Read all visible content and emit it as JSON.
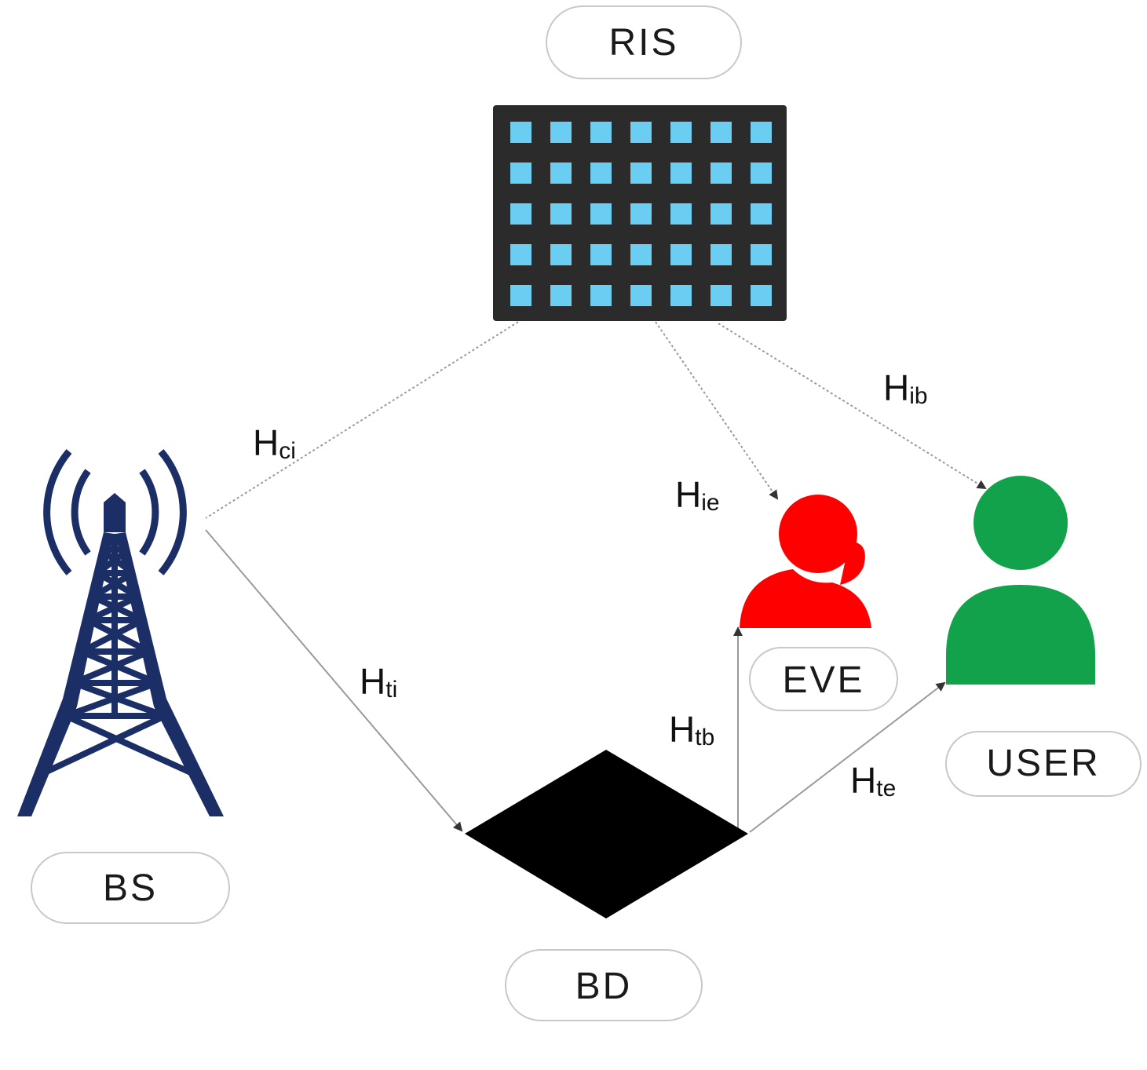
{
  "nodes": {
    "ris": {
      "label": "RIS"
    },
    "bs": {
      "label": "BS"
    },
    "bd": {
      "label": "BD"
    },
    "eve": {
      "label": "EVE"
    },
    "user": {
      "label": "USER"
    }
  },
  "channels": {
    "h_ci": {
      "main": "H",
      "sub": "ci"
    },
    "h_ib": {
      "main": "H",
      "sub": "ib"
    },
    "h_ie": {
      "main": "H",
      "sub": "ie"
    },
    "h_ti": {
      "main": "H",
      "sub": "ti"
    },
    "h_tb": {
      "main": "H",
      "sub": "tb"
    },
    "h_te": {
      "main": "H",
      "sub": "te"
    }
  },
  "colors": {
    "tower": "#1b2e66",
    "ris_panel": "#2b2b2b",
    "ris_element": "#6ccdf2",
    "bd": "#000000",
    "eve": "#ff0000",
    "user": "#12a24b"
  }
}
